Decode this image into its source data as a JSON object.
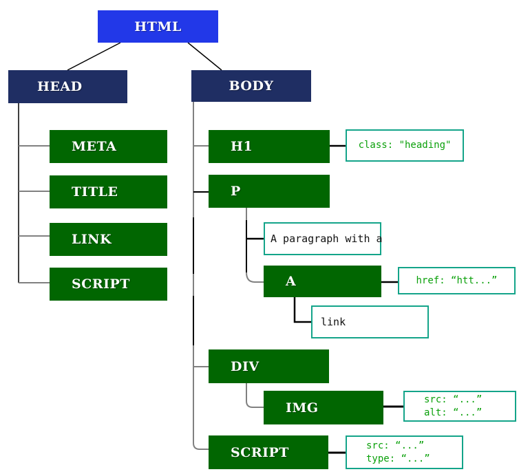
{
  "colors": {
    "html_blue": "#2238e8",
    "navy": "#1f2e63",
    "green": "#016601",
    "teal_border": "#13a489",
    "attr_text_green": "#0aa00a",
    "connector_gray": "#808080",
    "connector_dark": "#3f3f3f",
    "connector_black": "#000000"
  },
  "nodes": {
    "html": {
      "label": "HTML"
    },
    "head": {
      "label": "HEAD"
    },
    "body": {
      "label": "BODY"
    },
    "meta": {
      "label": "META"
    },
    "title": {
      "label": "TITLE"
    },
    "link": {
      "label": "LINK"
    },
    "head_script": {
      "label": "SCRIPT"
    },
    "h1": {
      "label": "H1"
    },
    "p": {
      "label": "P"
    },
    "a": {
      "label": "A"
    },
    "div": {
      "label": "DIV"
    },
    "img": {
      "label": "IMG"
    },
    "body_script": {
      "label": "SCRIPT"
    }
  },
  "annotations": {
    "h1_attr": "class: \"heading\"",
    "p_text": "A paragraph with a",
    "a_attr": "href: “htt...”",
    "a_text": "link",
    "img_attr_line1": "src: “...”",
    "img_attr_line2": "alt: “...”",
    "script_attr_line1": "src: “...”",
    "script_attr_line2": "type: “...”"
  }
}
